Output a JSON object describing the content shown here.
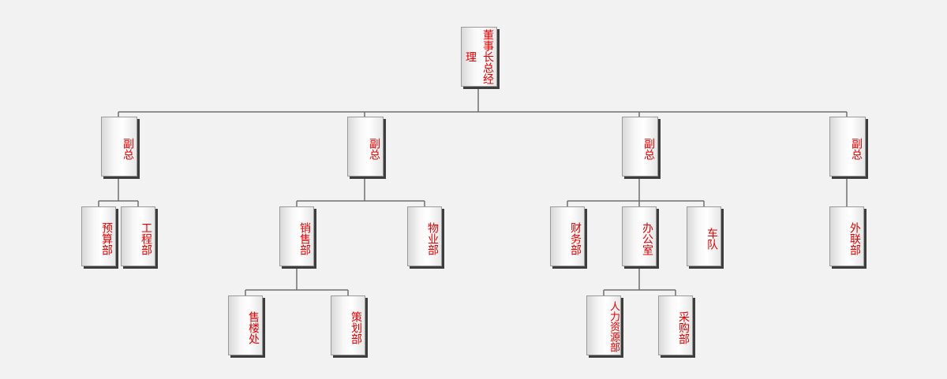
{
  "chart_data": {
    "type": "org_chart",
    "root": {
      "label": "董事长总经理",
      "children": [
        {
          "label": "副总",
          "children": [
            {
              "label": "预算部"
            },
            {
              "label": "工程部"
            }
          ]
        },
        {
          "label": "副总",
          "children": [
            {
              "label": "销售部",
              "children": [
                {
                  "label": "售楼处"
                },
                {
                  "label": "策划部"
                }
              ]
            },
            {
              "label": "物业部"
            }
          ]
        },
        {
          "label": "副总",
          "children": [
            {
              "label": "财务部"
            },
            {
              "label": "办公室",
              "children": [
                {
                  "label": "人力资源部"
                },
                {
                  "label": "采购部"
                }
              ]
            },
            {
              "label": "车队"
            }
          ]
        },
        {
          "label": "副总",
          "children": [
            {
              "label": "外联部"
            }
          ]
        }
      ]
    }
  },
  "colors": {
    "text": "#e10000",
    "line": "#707070",
    "background": "#f2f2f2"
  }
}
